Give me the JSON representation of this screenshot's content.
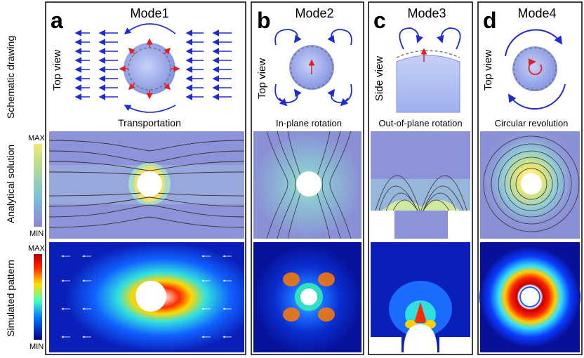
{
  "panels": [
    {
      "letter": "a",
      "mode": "Mode1",
      "view": "Top view",
      "caption": "Transportation"
    },
    {
      "letter": "b",
      "mode": "Mode2",
      "view": "Top view",
      "caption": "In-plane rotation"
    },
    {
      "letter": "c",
      "mode": "Mode3",
      "view": "Side view",
      "caption": "Out-of-plane rotation"
    },
    {
      "letter": "d",
      "mode": "Mode4",
      "view": "Top view",
      "caption": "Circular revolution"
    }
  ],
  "row_labels": {
    "schematic": "Schematic drawing",
    "analytical": "Analytical solution",
    "simulated": "Simulated pattern"
  },
  "colorbars": {
    "analytical": {
      "max": "MAX",
      "min": "MIN"
    },
    "simulated": {
      "max": "MAX",
      "min": "MIN"
    }
  },
  "colors": {
    "arrow_blue": "#1f2bd0",
    "arrow_red": "#e02020",
    "sphere": "#8fa0e6",
    "analytical_bg": "#8c93d8",
    "sim_bg": "#0a1fb8"
  }
}
